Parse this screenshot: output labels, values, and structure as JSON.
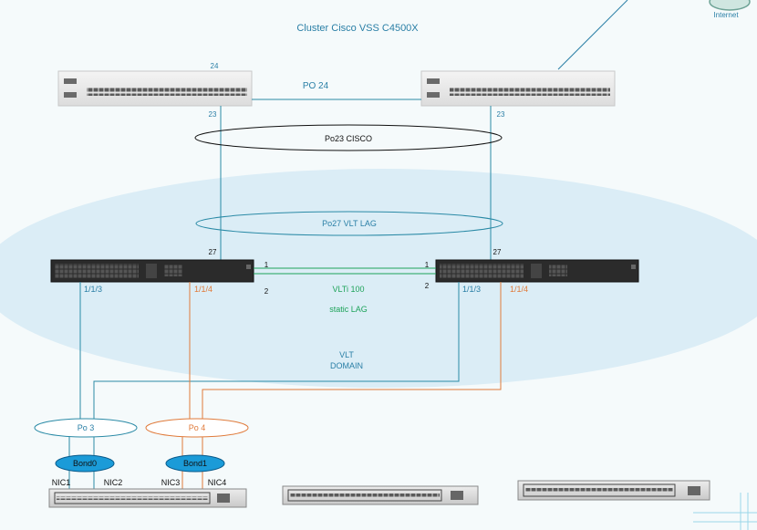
{
  "title": "Cluster Cisco VSS C4500X",
  "internet_label": "Internet",
  "colors": {
    "background": "#f5fafb",
    "teal": "#2a8aa6",
    "orange": "#e07a3a",
    "green": "#1ea35a",
    "vlt_domain_fill": "#d9ecf5",
    "bond_fill": "#1b9bd8",
    "switch_dark": "#2b2b2b"
  },
  "cisco": {
    "left_port_top": "24",
    "left_port_bottom": "23",
    "right_port_bottom": "23",
    "po24_label": "PO 24",
    "po23_label": "Po23 CISCO"
  },
  "vlt": {
    "lag_label": "Po27 VLT LAG",
    "left_port": "27",
    "right_port": "27",
    "vlti_label": "VLTi 100",
    "static_lag_label": "static LAG",
    "left_link1": "1",
    "left_link2": "2",
    "right_link1": "1",
    "right_link2": "2",
    "left_port_a": "1/1/3",
    "left_port_b": "1/1/4",
    "right_port_a": "1/1/3",
    "right_port_b": "1/1/4",
    "domain_label_line1": "VLT",
    "domain_label_line2": "DOMAIN"
  },
  "host": {
    "po3_label": "Po 3",
    "po4_label": "Po 4",
    "bond0_label": "Bond0",
    "bond1_label": "Bond1",
    "nic1": "NIC1",
    "nic2": "NIC2",
    "nic3": "NIC3",
    "nic4": "NIC4"
  }
}
